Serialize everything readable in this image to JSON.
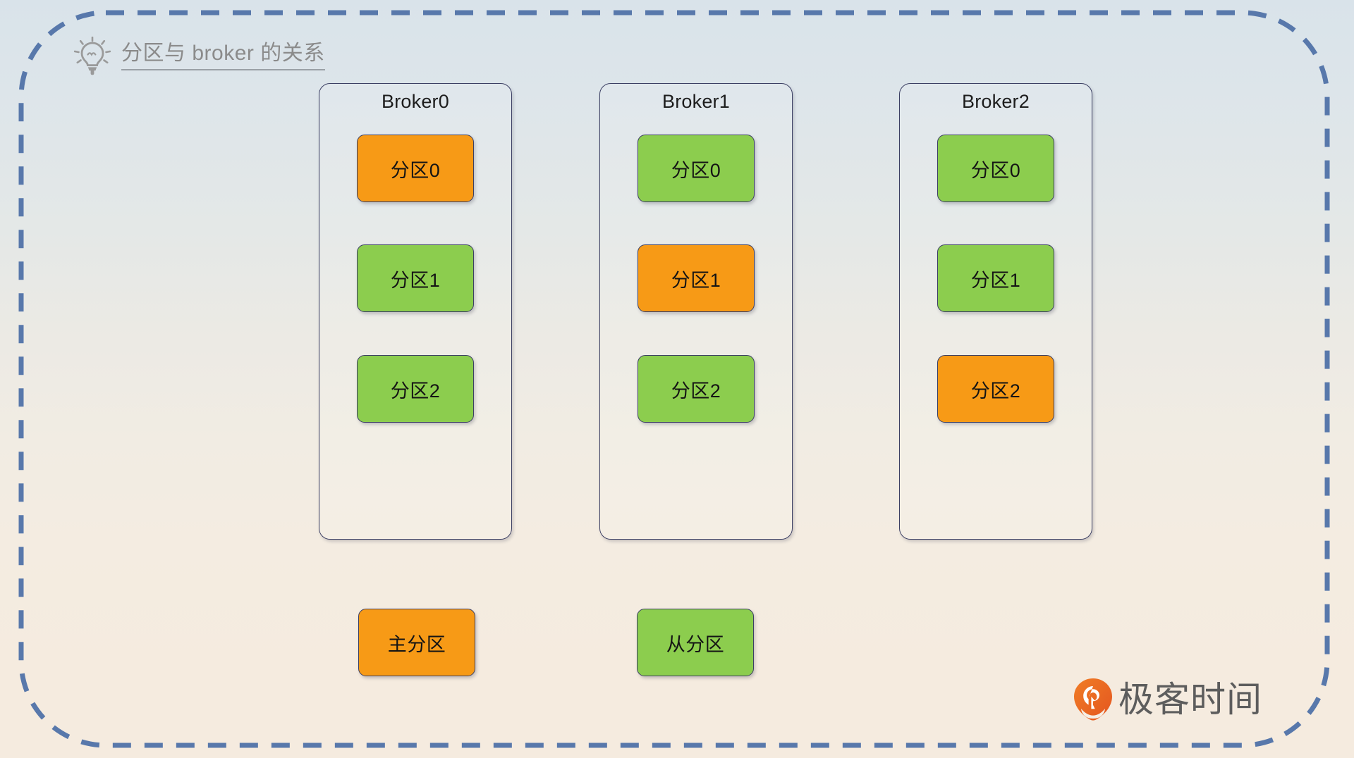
{
  "title": {
    "icon": "lightbulb-icon",
    "text": "分区与 broker 的关系"
  },
  "colors": {
    "leader": "#f79a16",
    "follower": "#8ccd4e",
    "frame_dashed": "#5878ab",
    "box_border": "#3b3f63",
    "title_text": "#8b8b8b",
    "background_top": "#d9e3ea",
    "background_bottom": "#f5ebdf",
    "brand_orange": "#ef6a23",
    "brand_text": "#5d5d5d"
  },
  "brokers": [
    {
      "label": "Broker0",
      "partitions": [
        {
          "label": "分区0",
          "role": "leader"
        },
        {
          "label": "分区1",
          "role": "follower"
        },
        {
          "label": "分区2",
          "role": "follower"
        }
      ]
    },
    {
      "label": "Broker1",
      "partitions": [
        {
          "label": "分区0",
          "role": "follower"
        },
        {
          "label": "分区1",
          "role": "leader"
        },
        {
          "label": "分区2",
          "role": "follower"
        }
      ]
    },
    {
      "label": "Broker2",
      "partitions": [
        {
          "label": "分区0",
          "role": "follower"
        },
        {
          "label": "分区1",
          "role": "follower"
        },
        {
          "label": "分区2",
          "role": "leader"
        }
      ]
    }
  ],
  "legend": [
    {
      "label": "主分区",
      "role": "leader"
    },
    {
      "label": "从分区",
      "role": "follower"
    }
  ],
  "brand": {
    "name": "极客时间",
    "mark": "geektime-logo-icon"
  }
}
